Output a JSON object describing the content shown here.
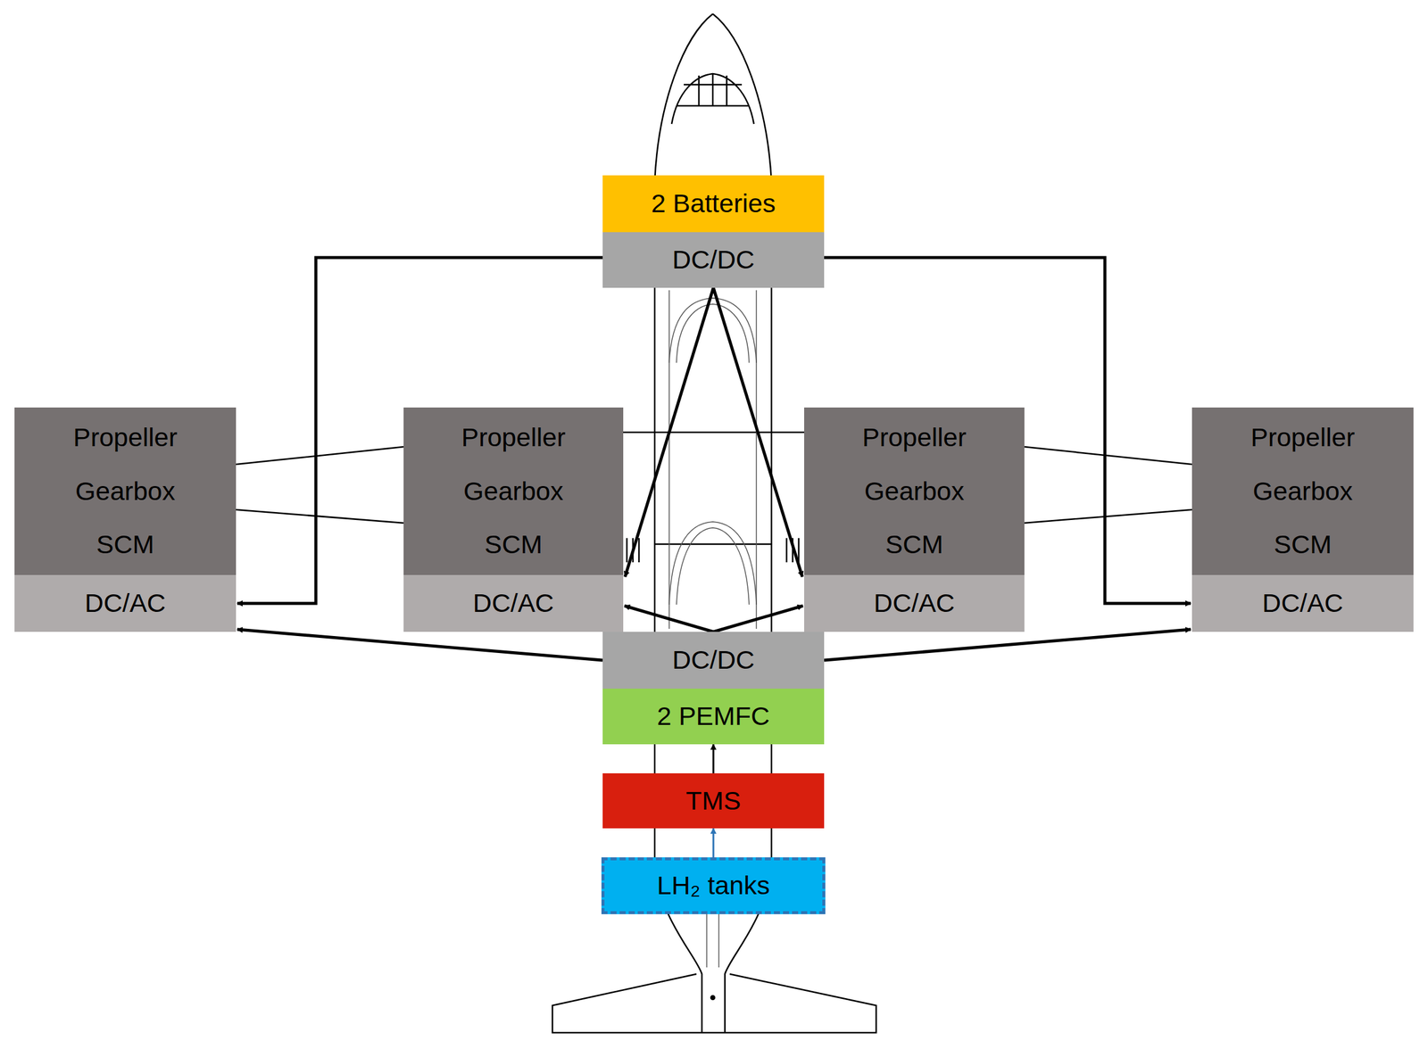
{
  "diagram": {
    "nodes": [
      {
        "text": [
          "2 Batteries"
        ]
      },
      {
        "text": [
          "DC/DC"
        ]
      },
      {
        "text": [
          "Propeller",
          "Gearbox",
          "SCM"
        ]
      },
      {
        "text": [
          "DC/AC"
        ]
      },
      {
        "text": [
          "Propeller",
          "Gearbox",
          "SCM"
        ]
      },
      {
        "text": [
          "DC/AC"
        ]
      },
      {
        "text": [
          "Propeller",
          "Gearbox",
          "SCM"
        ]
      },
      {
        "text": [
          "DC/AC"
        ]
      },
      {
        "text": [
          "Propeller",
          "Gearbox",
          "SCM"
        ]
      },
      {
        "text": [
          "DC/AC"
        ]
      },
      {
        "text": [
          "DC/DC"
        ]
      },
      {
        "text": [
          "2 PEMFC"
        ]
      },
      {
        "text": [
          "TMS"
        ]
      },
      {
        "text": [
          "LH₂ tanks"
        ]
      }
    ],
    "edges": [
      {
        "from": 1,
        "to": 3,
        "arrow": "to"
      },
      {
        "from": 1,
        "to": 5,
        "arrow": "to"
      },
      {
        "from": 1,
        "to": 7,
        "arrow": "to"
      },
      {
        "from": 1,
        "to": 9,
        "arrow": "to"
      },
      {
        "from": 10,
        "to": 3,
        "arrow": "to"
      },
      {
        "from": 10,
        "to": 5,
        "arrow": "to"
      },
      {
        "from": 10,
        "to": 7,
        "arrow": "to"
      },
      {
        "from": 10,
        "to": 9,
        "arrow": "to"
      },
      {
        "from": 12,
        "to": 11,
        "arrow": "to"
      },
      {
        "from": 13,
        "to": 12,
        "arrow": "to"
      }
    ]
  }
}
